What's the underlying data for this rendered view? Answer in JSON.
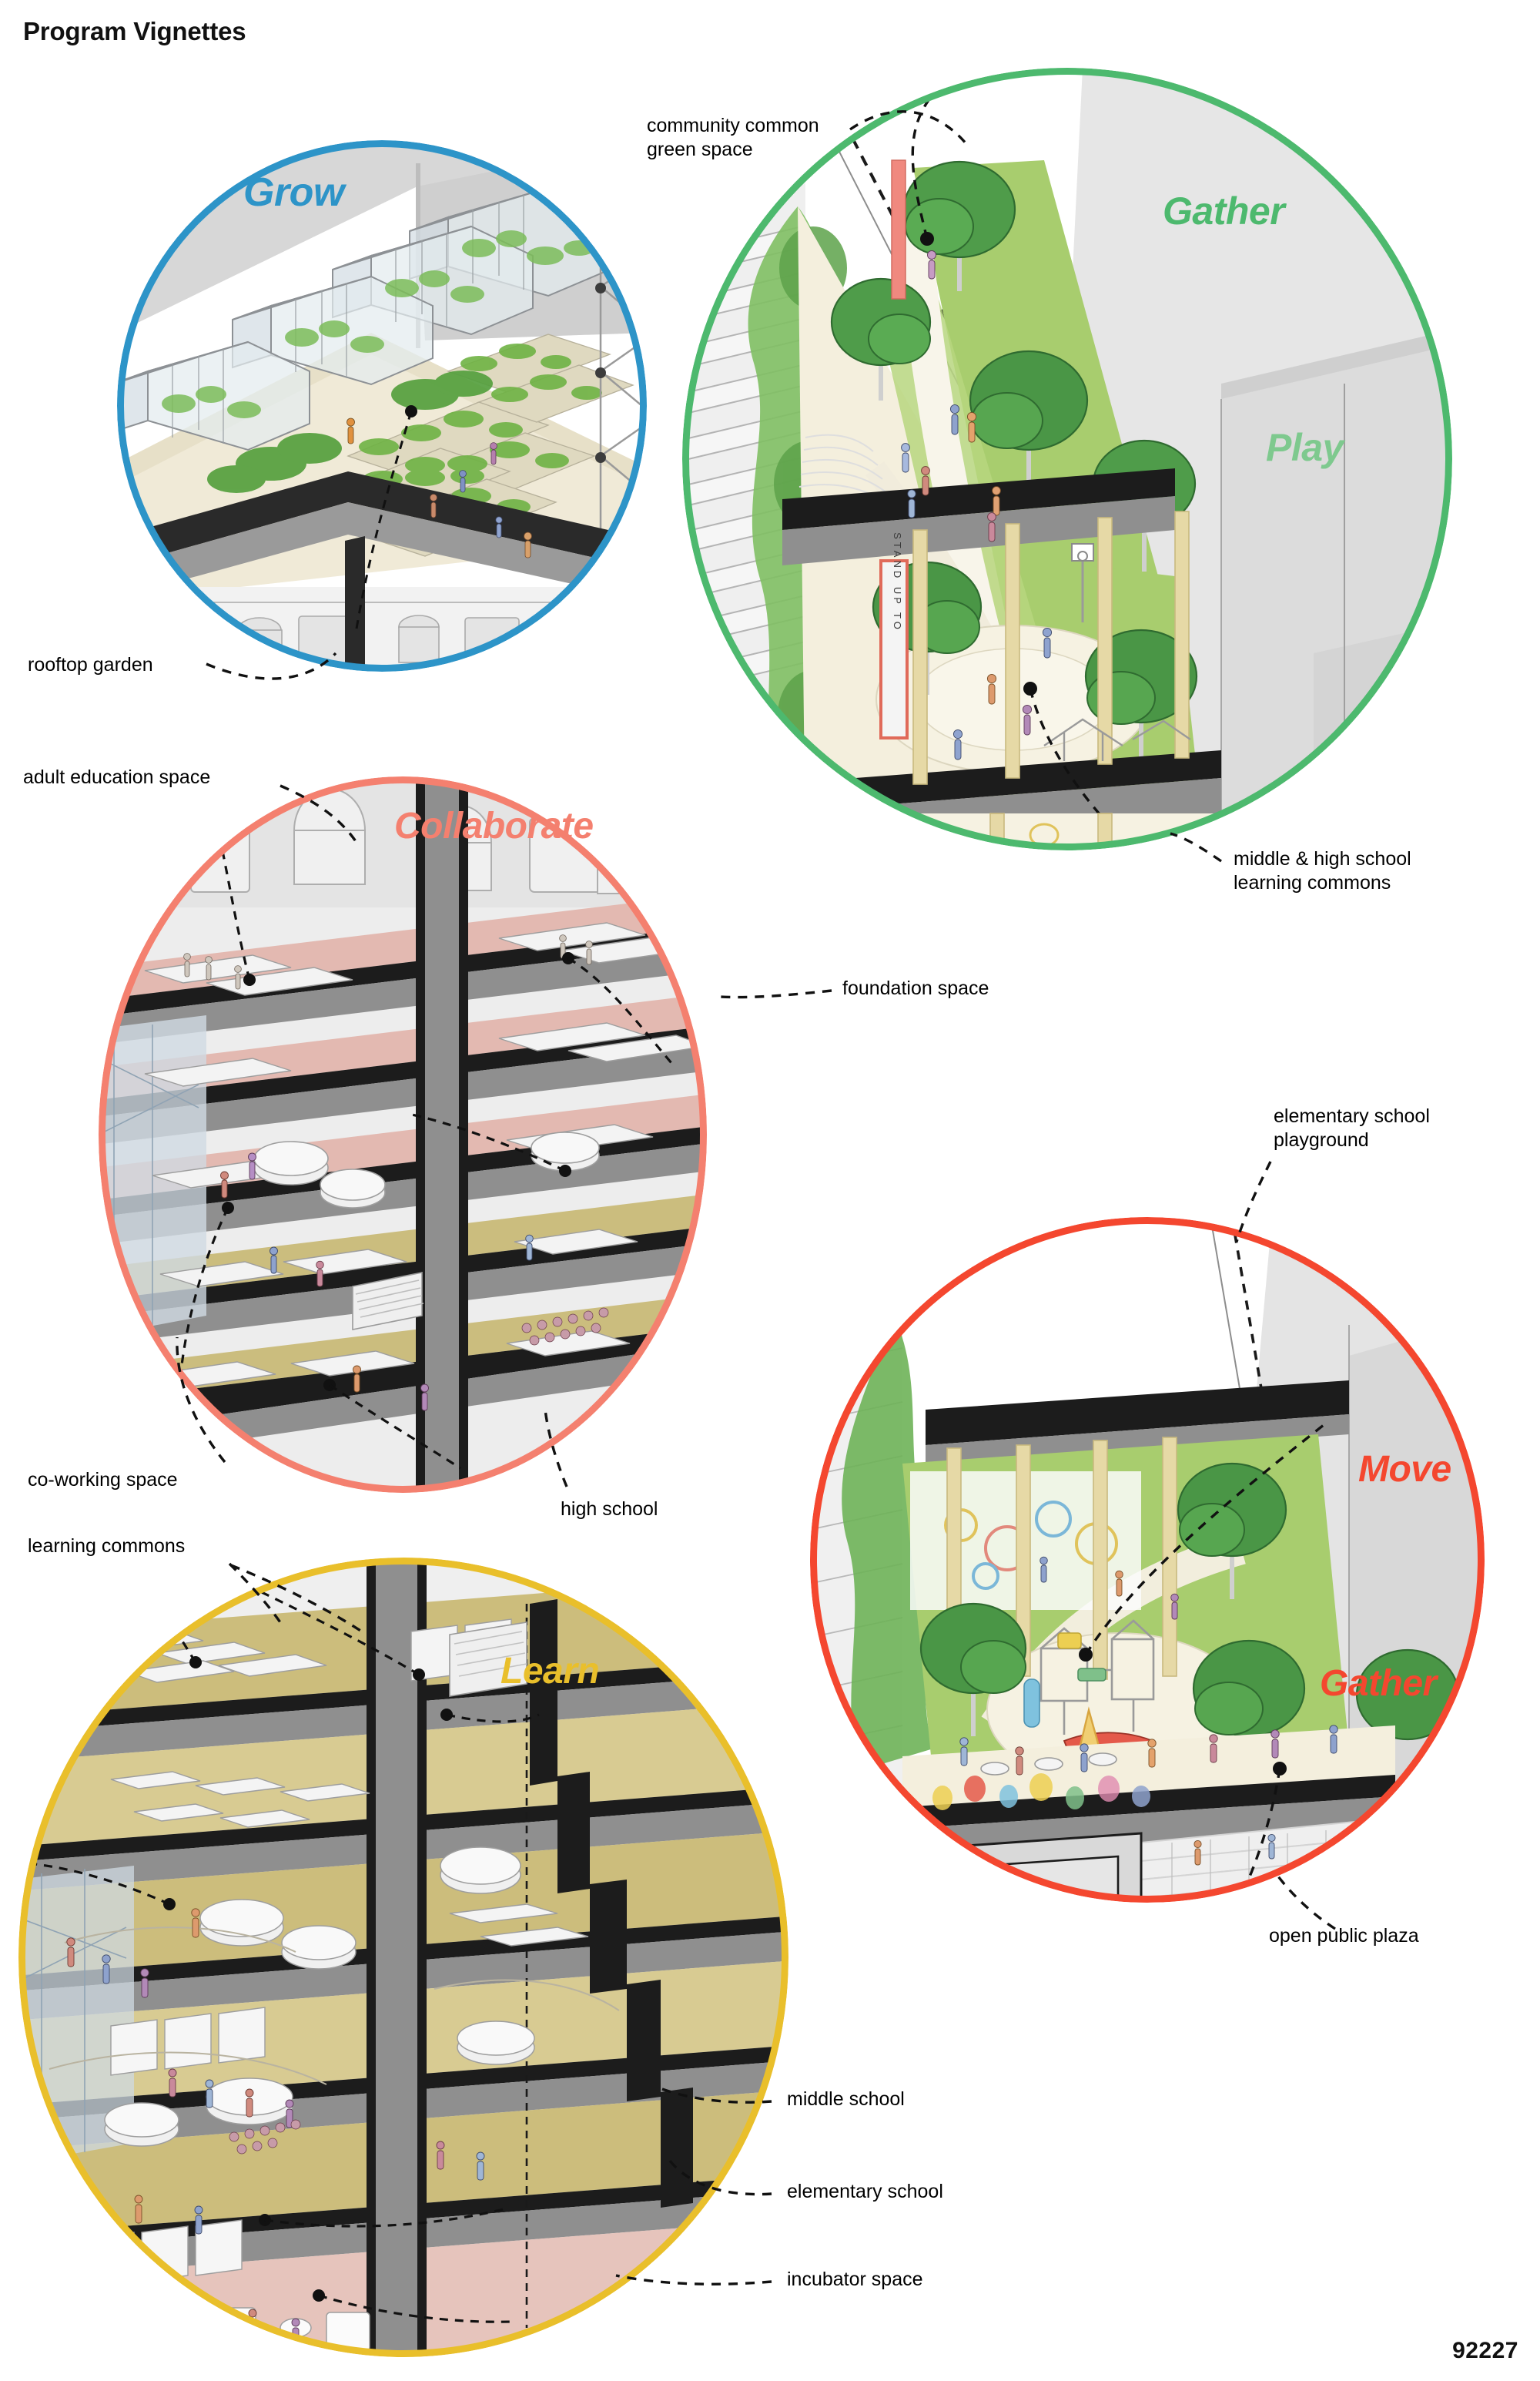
{
  "page": {
    "title": "Program Vignettes",
    "number": "92227",
    "background": "#ffffff"
  },
  "palette": {
    "grow_blue": "#2d94c8",
    "gather_green": "#4db96e",
    "collaborate_salmon": "#f4806f",
    "move_red": "#f4472f",
    "learn_gold": "#e9bf2b",
    "ink": "#1a1a1a",
    "slab_gray": "#8e8e8e",
    "floor_pink": "#eec2bb",
    "floor_gold": "#cbbd7e",
    "floor_cream": "#e8dfae",
    "grass_green": "#9ec96a",
    "tree_green": "#5aa052",
    "plaza_cream": "#f3eedd",
    "glass_gray": "#d9dadb",
    "wall_gray": "#dcdcdc"
  },
  "vignettes": [
    {
      "id": "grow",
      "label": "Grow",
      "label_color": "#2d94c8",
      "ring_color": "#2d94c8",
      "theme": "rooftop greenhouses and planting beds"
    },
    {
      "id": "gather-play",
      "label": "Gather",
      "label2": "Play",
      "label_color": "#4db96e",
      "ring_color": "#4db96e",
      "theme": "community green space with trees and plaza"
    },
    {
      "id": "collaborate",
      "label": "Collaborate",
      "label_color": "#f4806f",
      "ring_color": "#f4806f",
      "theme": "stacked section of adult education and co-working floors"
    },
    {
      "id": "move-gather",
      "label": "Move",
      "label2": "Gather",
      "label_color": "#f4472f",
      "ring_color": "#f4472f",
      "theme": "elementary playground over public plaza"
    },
    {
      "id": "learn",
      "label": "Learn",
      "label_color": "#e9bf2b",
      "ring_color": "#e9bf2b",
      "theme": "stacked school floors section"
    }
  ],
  "callouts": [
    {
      "id": "rooftop-garden",
      "text": "rooftop garden"
    },
    {
      "id": "community-common",
      "text": "community common\ngreen space"
    },
    {
      "id": "middle-high-commons",
      "text": "middle & high school\nlearning commons"
    },
    {
      "id": "adult-education",
      "text": "adult education space"
    },
    {
      "id": "foundation-space",
      "text": "foundation space"
    },
    {
      "id": "co-working-space",
      "text": "co-working space"
    },
    {
      "id": "high-school",
      "text": "high school"
    },
    {
      "id": "elementary-playground",
      "text": "elementary school\nplayground"
    },
    {
      "id": "open-public-plaza",
      "text": "open public plaza"
    },
    {
      "id": "learning-commons",
      "text": "learning commons"
    },
    {
      "id": "middle-school",
      "text": "middle school"
    },
    {
      "id": "elementary-school",
      "text": "elementary school"
    },
    {
      "id": "incubator-space",
      "text": "incubator space"
    }
  ],
  "signage": {
    "stand_up_to": "STAND UP TO"
  }
}
